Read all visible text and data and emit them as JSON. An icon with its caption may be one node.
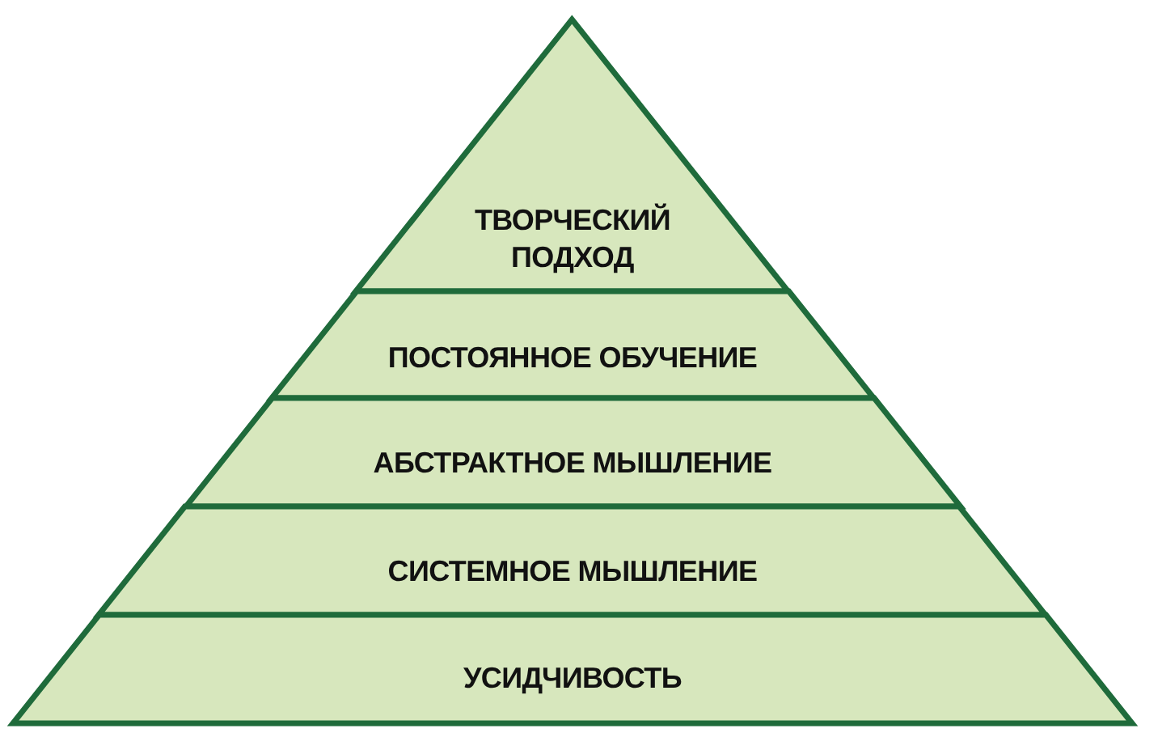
{
  "diagram": {
    "nodes": [
      {
        "text": [
          "ТВОРЧЕСКИЙ ПОДХОД"
        ]
      },
      {
        "text": [
          "ПОСТОЯННОЕ ОБУЧЕНИЕ"
        ]
      },
      {
        "text": [
          "АБСТРАКТНОЕ МЫШЛЕНИЕ"
        ]
      },
      {
        "text": [
          "СИСТЕМНОЕ МЫШЛЕНИЕ"
        ]
      },
      {
        "text": [
          "УСИДЧИВОСТЬ"
        ]
      }
    ]
  }
}
